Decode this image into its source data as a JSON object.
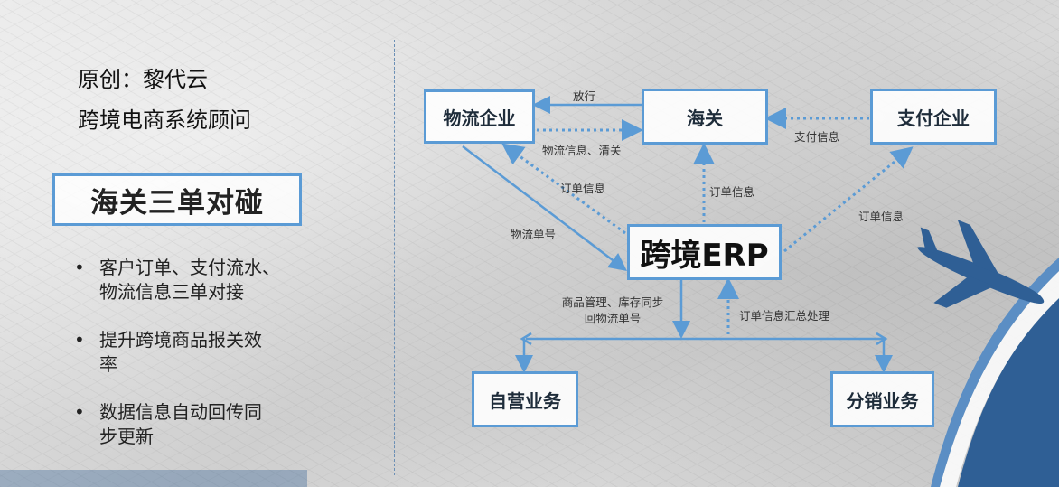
{
  "left": {
    "author": "原创：黎代云",
    "role": "跨境电商系统顾问",
    "title": "海关三单对碰",
    "bullets": [
      {
        "text": "客户订单、支付流水、\n物流信息三单对接"
      },
      {
        "text": "提升跨境商品报关效\n率"
      },
      {
        "text": "数据信息自动回传同\n步更新"
      }
    ]
  },
  "diagram": {
    "nodes": {
      "logistics": "物流企业",
      "customs": "海关",
      "payment": "支付企业",
      "erp": "跨境ERP",
      "self_operated": "自营业务",
      "distribution": "分销业务"
    },
    "edges": {
      "release": "放行",
      "logistics_info": "物流信息、清关",
      "payment_info": "支付信息",
      "order_info_logistics": "订单信息",
      "order_info_customs": "订单信息",
      "order_info_payment": "订单信息",
      "tracking_no": "物流单号",
      "goods_mgmt_line1": "商品管理、库存同步",
      "goods_mgmt_line2": "回物流单号",
      "order_summary": "订单信息汇总处理"
    },
    "colors": {
      "accent": "#5b9bd5",
      "plane": "#2f5f95"
    }
  }
}
